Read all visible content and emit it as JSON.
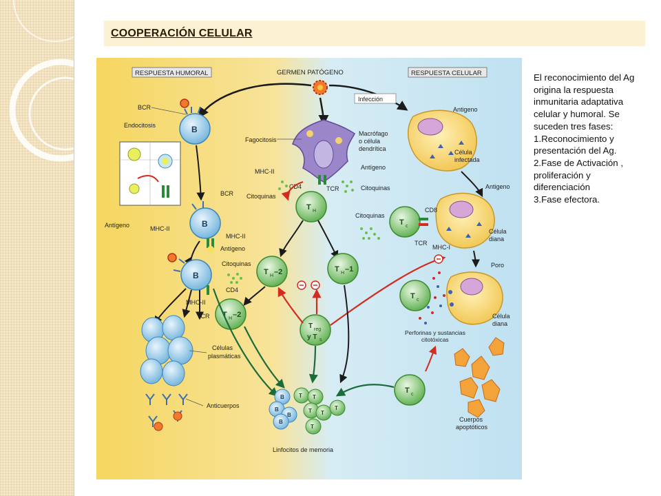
{
  "slide": {
    "title": "COOPERACIÓN CELULAR",
    "caption_lines": [
      "El reconocimiento del Ag",
      "origina la respuesta",
      "inmunitaria adaptativa",
      "celular y humoral. Se",
      "suceden tres fases:",
      "1.Reconocimiento y",
      "presentación del Ag.",
      "2.Fase de Activación ,",
      "proliferación y",
      "diferenciación",
      "3.Fase efectora."
    ]
  },
  "diagram": {
    "headers": {
      "humoral": "RESPUESTA HUMORAL",
      "pathogen": "GERMEN PATÓGENO",
      "cellular": "RESPUESTA CELULAR"
    },
    "labels": {
      "bcr": "BCR",
      "endocitosis": "Endocitosis",
      "antigeno": "Antígeno",
      "mhc2": "MHC-II",
      "fagocitosis": "Fagocitosis",
      "infeccion": "Infección",
      "macrofago_1": "Macrófago",
      "macrofago_2": "o célula",
      "macrofago_3": "dendrítica",
      "antigeno_cap": "Antigeno",
      "celula_infectada_1": "Célula",
      "celula_infectada_2": "infectada",
      "cd4": "CD4",
      "tcr": "TCR",
      "citoquinas": "Citoquinas",
      "cd8": "CD8",
      "mhc1": "MHC-I",
      "celula_diana_1": "Célula",
      "celula_diana_2": "diana",
      "poro": "Poro",
      "perforinas_1": "Perforinas y sustancias",
      "perforinas_2": "citotóxicas",
      "celulas_plasmaticas_1": "Células",
      "celulas_plasmaticas_2": "plasmáticas",
      "anticuerpos": "Anticuerpos",
      "cuerpos_apoptoticos_1": "Cuerpos",
      "cuerpos_apoptoticos_2": "apoptóticos",
      "linfocitos_memoria": "Linfocitos de memoria"
    },
    "cells": {
      "b": "B",
      "th": "T",
      "th_sub": "H",
      "th2_suffix": "–2",
      "th1_suffix": "–1",
      "tc": "T",
      "tc_sub": "c",
      "treg": "T",
      "treg_sub": "reg",
      "ts_prefix": "y T",
      "ts_sub": "s"
    },
    "colors": {
      "humoral_bg": "#f3d35c",
      "cellular_bg": "#c9e6f3",
      "b_cell": "#8fc8e8",
      "t_cell": "#7cc46c",
      "macrophage": "#9b86c9",
      "target_cell": "#f6d36a",
      "arrow": "#1b1b1b",
      "inhibit": "#d42b1f",
      "activate": "#1d6b3a"
    }
  }
}
